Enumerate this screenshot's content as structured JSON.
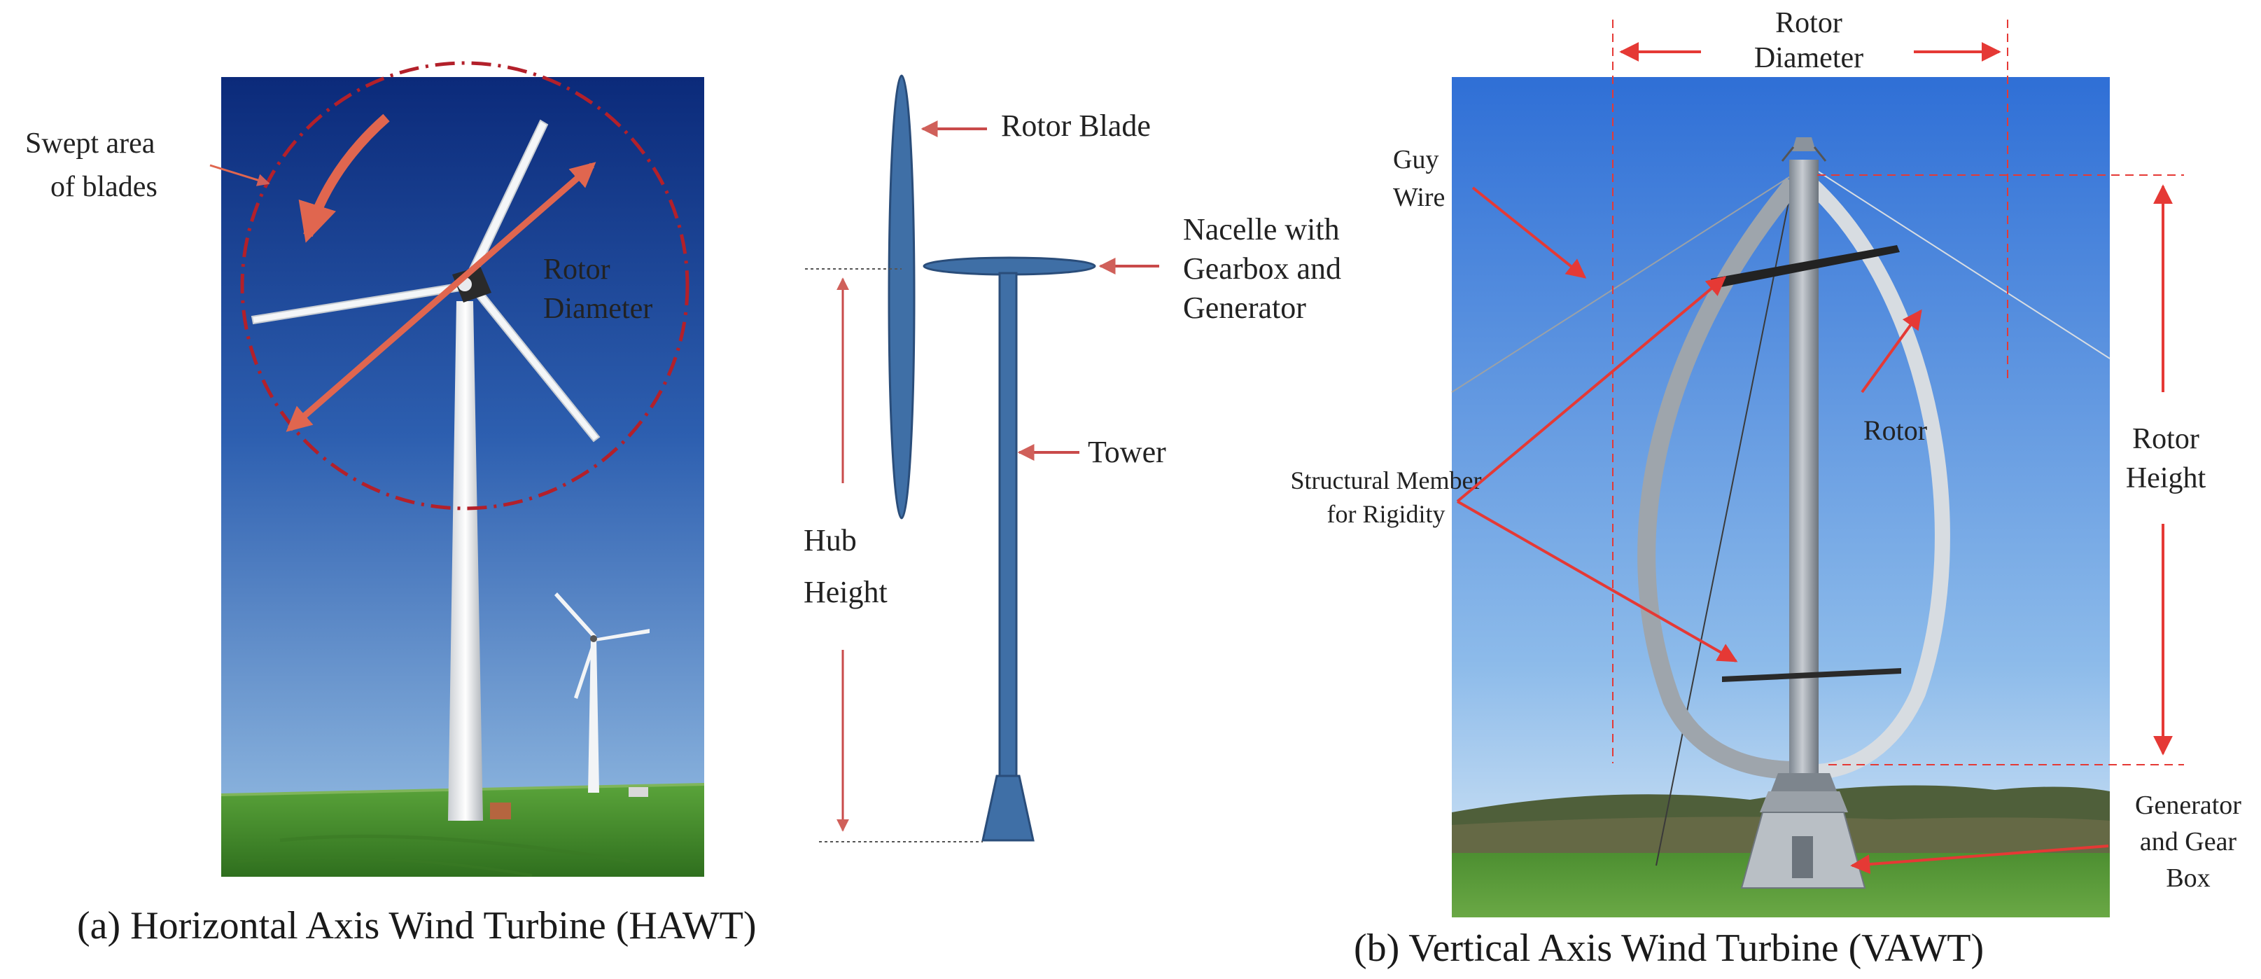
{
  "panel_a": {
    "caption": "(a) Horizontal Axis Wind Turbine (HAWT)",
    "photo_labels": {
      "swept_area_line1": "Swept area",
      "swept_area_line2": "of blades",
      "rotor_diameter_line1": "Rotor",
      "rotor_diameter_line2": "Diameter"
    },
    "schematic_labels": {
      "rotor_blade": "Rotor Blade",
      "nacelle_line1": "Nacelle with",
      "nacelle_line2": "Gearbox and",
      "nacelle_line3": "Generator",
      "tower": "Tower",
      "hub_height_line1": "Hub",
      "hub_height_line2": "Height"
    }
  },
  "panel_b": {
    "caption": "(b) Vertical Axis Wind Turbine (VAWT)",
    "labels": {
      "rotor_diameter_line1": "Rotor",
      "rotor_diameter_line2": "Diameter",
      "guy_wire_line1": "Guy",
      "guy_wire_line2": "Wire",
      "rotor": "Rotor",
      "rotor_height_line1": "Rotor",
      "rotor_height_line2": "Height",
      "structural_line1": "Structural Member",
      "structural_line2": "for Rigidity",
      "generator_line1": "Generator",
      "generator_line2": "and Gear",
      "generator_line3": "Box"
    }
  },
  "colors": {
    "arrow_red": "#e53935",
    "accent_orange_red": "#e0664f",
    "dark_red_dashed": "#b3202a",
    "schematic_blue": "#3f6fa6",
    "schematic_outline": "#2a4d7a",
    "hawt_sky_top": "#0b2a7a",
    "hawt_sky_bottom": "#8cb6e0",
    "vawt_sky_top": "#2f6fd6",
    "vawt_sky_bottom": "#d8e8f6",
    "grass": "#3f8a2a"
  }
}
